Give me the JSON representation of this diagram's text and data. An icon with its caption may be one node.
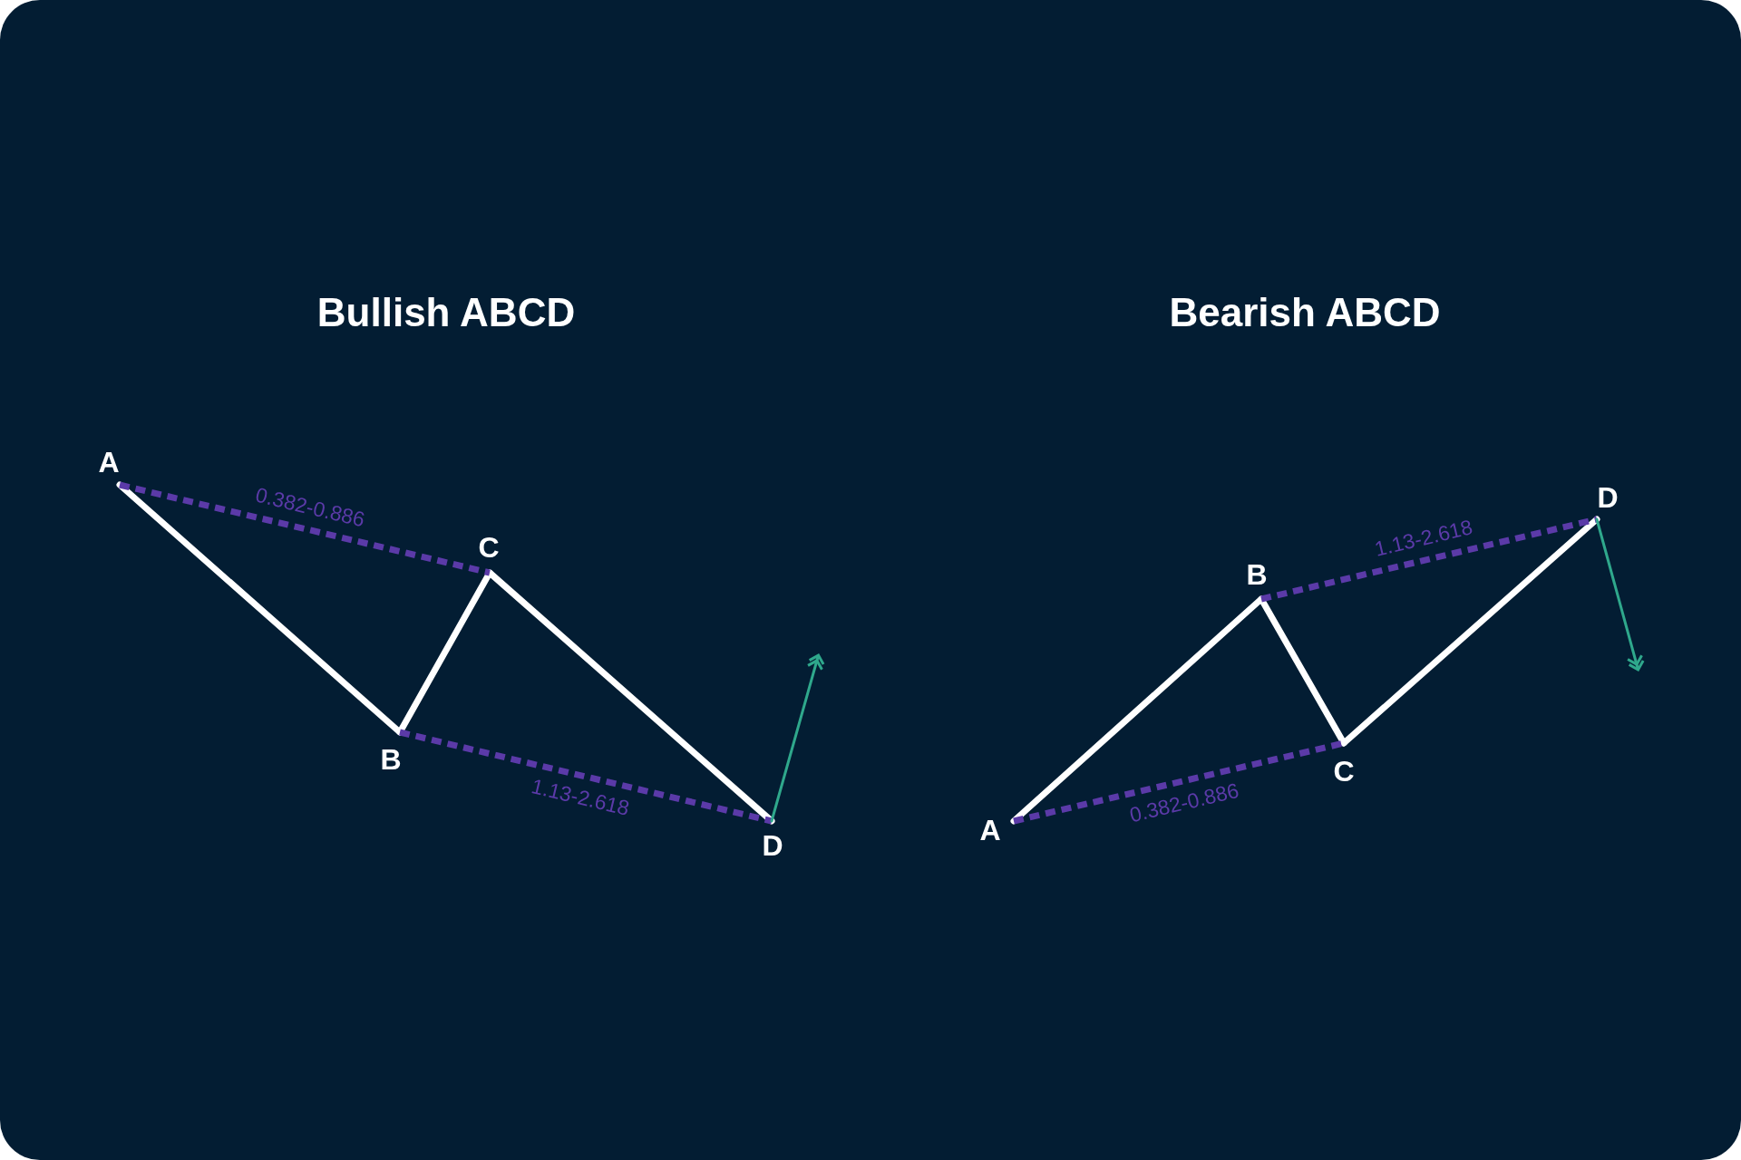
{
  "diagram": {
    "nodes": [
      {
        "text": [
          "A"
        ]
      },
      {
        "text": [
          "B"
        ]
      },
      {
        "text": [
          "C"
        ]
      },
      {
        "text": [
          "D"
        ]
      },
      {
        "text": [
          "A"
        ]
      },
      {
        "text": [
          "B"
        ]
      },
      {
        "text": [
          "C"
        ]
      },
      {
        "text": [
          "D"
        ]
      }
    ],
    "edges": [
      {
        "from": 0,
        "to": 1,
        "arrow": "none"
      },
      {
        "from": 1,
        "to": 2,
        "arrow": "none"
      },
      {
        "from": 2,
        "to": 3,
        "arrow": "none"
      },
      {
        "from": 0,
        "to": 2,
        "arrow": "none",
        "style": "dashed",
        "color": "#5b3aa8",
        "label": "0.382-0.886"
      },
      {
        "from": 1,
        "to": 3,
        "arrow": "none",
        "style": "dashed",
        "color": "#5b3aa8",
        "label": "1.13-2.618"
      },
      {
        "from": 3,
        "to": null,
        "arrow": "to",
        "color": "#2fa88c"
      },
      {
        "from": 4,
        "to": 5,
        "arrow": "none"
      },
      {
        "from": 5,
        "to": 6,
        "arrow": "none"
      },
      {
        "from": 6,
        "to": 7,
        "arrow": "none"
      },
      {
        "from": 5,
        "to": 7,
        "arrow": "none",
        "style": "dashed",
        "color": "#5b3aa8",
        "label": "1.13-2.618"
      },
      {
        "from": 4,
        "to": 6,
        "arrow": "none",
        "style": "dashed",
        "color": "#5b3aa8",
        "label": "0.382-0.886"
      },
      {
        "from": 7,
        "to": null,
        "arrow": "to",
        "color": "#2fa88c"
      }
    ],
    "labels": [
      "Bullish ABCD",
      "Bearish ABCD"
    ]
  }
}
